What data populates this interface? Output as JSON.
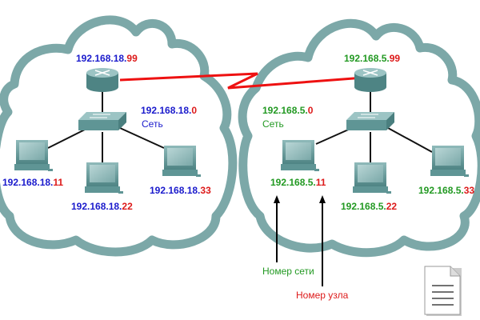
{
  "colors": {
    "network_left": "#1a1acc",
    "network_right": "#229922",
    "host": "#dd1a1a",
    "cloud": "#6e9e9e",
    "wan_link": "#ee1111",
    "device": "#5f9595"
  },
  "left_network": {
    "router": {
      "net": "192.168.18.",
      "host": "99"
    },
    "network_address": {
      "net": "192.168.18.",
      "host": "0"
    },
    "network_caption": "Сеть",
    "pcs": [
      {
        "net": "192.168.18.",
        "host": "11"
      },
      {
        "net": "192.168.18.",
        "host": "22"
      },
      {
        "net": "192.168.18.",
        "host": "33"
      }
    ]
  },
  "right_network": {
    "router": {
      "net": "192.168.5.",
      "host": "99"
    },
    "network_address": {
      "net": "192.168.5.",
      "host": "0"
    },
    "network_caption": "Сеть",
    "pcs": [
      {
        "net": "192.168.5.",
        "host": "11"
      },
      {
        "net": "192.168.5.",
        "host": "22"
      },
      {
        "net": "192.168.5.",
        "host": "33"
      }
    ]
  },
  "annotations": {
    "network_number": "Номер сети",
    "host_number": "Номер узла"
  },
  "document_icon": "document-icon"
}
